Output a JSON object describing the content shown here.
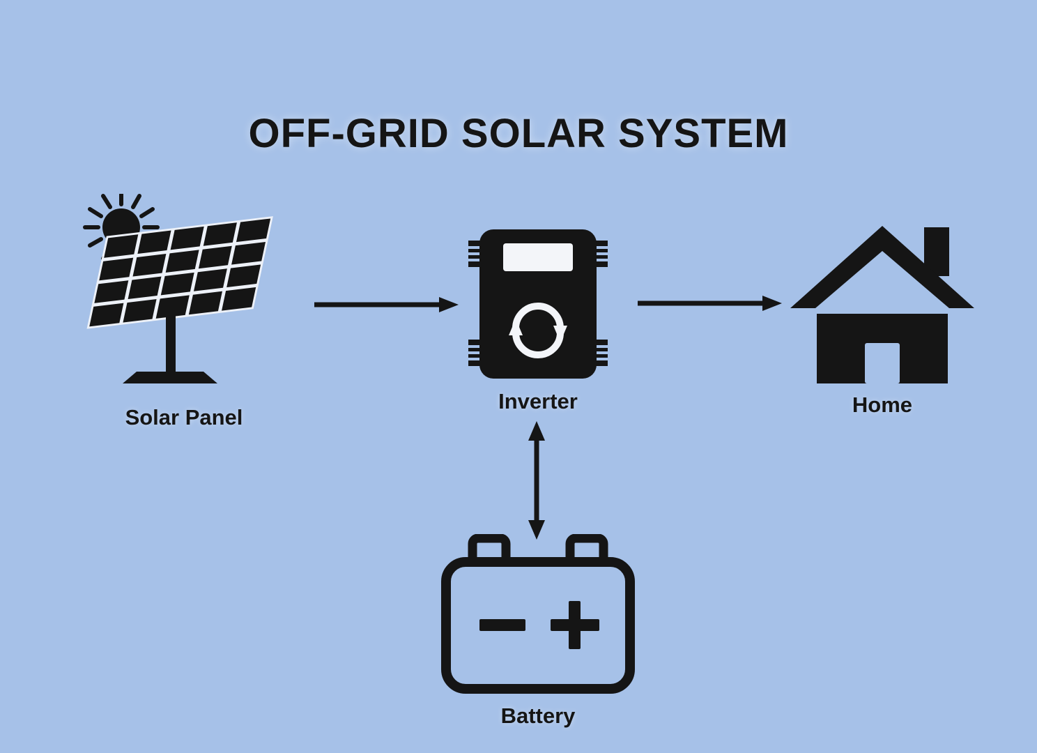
{
  "title": "OFF-GRID SOLAR SYSTEM",
  "colors": {
    "background": "#a6c1e8",
    "ink": "#151515",
    "inverter_display": "#f3f5f9",
    "panel_grid_line": "#edf1f8"
  },
  "nodes": {
    "solar_panel": {
      "label": "Solar Panel",
      "icon": "solar-panel-icon"
    },
    "inverter": {
      "label": "Inverter",
      "icon": "inverter-icon"
    },
    "home": {
      "label": "Home",
      "icon": "home-icon"
    },
    "battery": {
      "label": "Battery",
      "icon": "battery-icon"
    }
  },
  "connections": [
    {
      "from": "solar_panel",
      "to": "inverter",
      "type": "arrow"
    },
    {
      "from": "inverter",
      "to": "home",
      "type": "arrow"
    },
    {
      "from": "inverter",
      "to": "battery",
      "type": "double-arrow"
    }
  ]
}
